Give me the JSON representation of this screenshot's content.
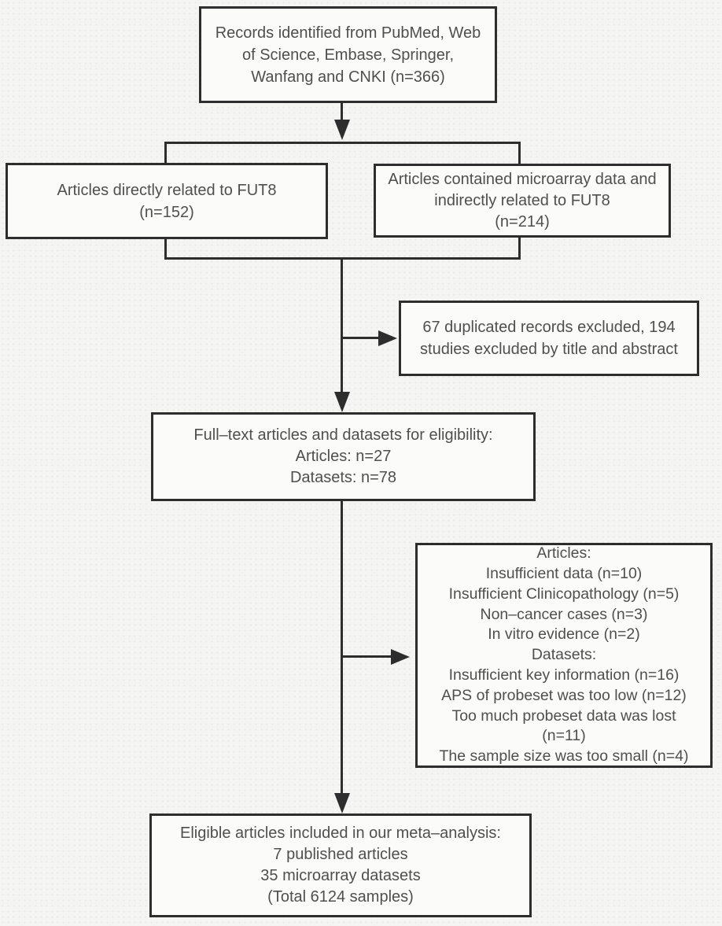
{
  "diagram": {
    "name": "Study selection flow diagram",
    "colors": {
      "background": "#f4f4f2",
      "box_fill": "#fbfbfa",
      "line": "#2d2d2d",
      "text": "#4f4f4f"
    },
    "boxes": {
      "records": {
        "lines": [
          "Records identified from PubMed, Web",
          "of Science, Embase, Springer,",
          "Wanfang and CNKI (n=366)"
        ]
      },
      "direct": {
        "lines": [
          "Articles directly related to FUT8",
          "(n=152)"
        ]
      },
      "indirect": {
        "lines": [
          "Articles contained microarray data and",
          "indirectly related to FUT8",
          "(n=214)"
        ]
      },
      "duplicates_excluded": {
        "lines": [
          "67 duplicated records excluded, 194",
          "studies excluded by title and abstract"
        ]
      },
      "fulltext": {
        "lines": [
          "Full–text articles and datasets for eligibility:",
          "Articles: n=27",
          "Datasets: n=78"
        ]
      },
      "exclusion_reasons": {
        "lines": [
          "Articles:",
          "Insufficient data (n=10)",
          "Insufficient Clinicopathology (n=5)",
          "Non–cancer cases (n=3)",
          "In vitro evidence (n=2)",
          "Datasets:",
          "Insufficient key information (n=16)",
          "APS of probeset was too low (n=12)",
          "Too much probeset data was lost",
          "(n=11)",
          "The sample size was too small (n=4)"
        ]
      },
      "eligible": {
        "lines": [
          "Eligible articles included in our meta–analysis:",
          "7 published articles",
          "35 microarray datasets",
          "(Total 6124 samples)"
        ]
      }
    }
  }
}
